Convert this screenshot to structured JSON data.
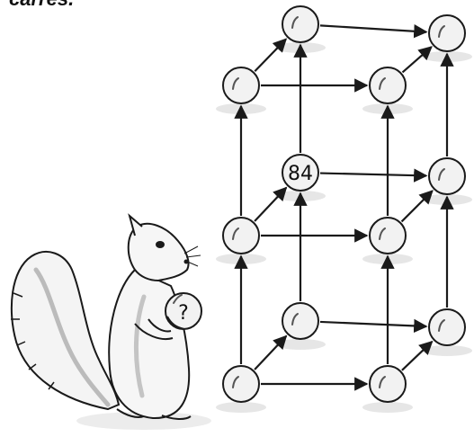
{
  "caption": "carrés.",
  "diagram": {
    "known_value": "84",
    "known_node": "f011",
    "squirrel_ball_label": "?",
    "colors": {
      "line": "#1a1a1a",
      "sphere_fill": "#f2f2f2",
      "shadow": "#e6e6e6"
    },
    "nodes": [
      {
        "id": "f000"
      },
      {
        "id": "f100"
      },
      {
        "id": "f001"
      },
      {
        "id": "f101"
      },
      {
        "id": "f010"
      },
      {
        "id": "f110"
      },
      {
        "id": "f011"
      },
      {
        "id": "f111"
      },
      {
        "id": "f020"
      },
      {
        "id": "f120"
      },
      {
        "id": "f021"
      },
      {
        "id": "f121"
      }
    ],
    "edges": [
      {
        "from": "f000",
        "to": "f100"
      },
      {
        "from": "f000",
        "to": "f001"
      },
      {
        "from": "f000",
        "to": "f010"
      },
      {
        "from": "f100",
        "to": "f101"
      },
      {
        "from": "f100",
        "to": "f110"
      },
      {
        "from": "f001",
        "to": "f101"
      },
      {
        "from": "f001",
        "to": "f011"
      },
      {
        "from": "f101",
        "to": "f111"
      },
      {
        "from": "f010",
        "to": "f110"
      },
      {
        "from": "f010",
        "to": "f011"
      },
      {
        "from": "f010",
        "to": "f020"
      },
      {
        "from": "f110",
        "to": "f111"
      },
      {
        "from": "f110",
        "to": "f120"
      },
      {
        "from": "f011",
        "to": "f111"
      },
      {
        "from": "f011",
        "to": "f021"
      },
      {
        "from": "f111",
        "to": "f121"
      },
      {
        "from": "f020",
        "to": "f120"
      },
      {
        "from": "f020",
        "to": "f021"
      },
      {
        "from": "f120",
        "to": "f121"
      },
      {
        "from": "f021",
        "to": "f121"
      }
    ]
  }
}
